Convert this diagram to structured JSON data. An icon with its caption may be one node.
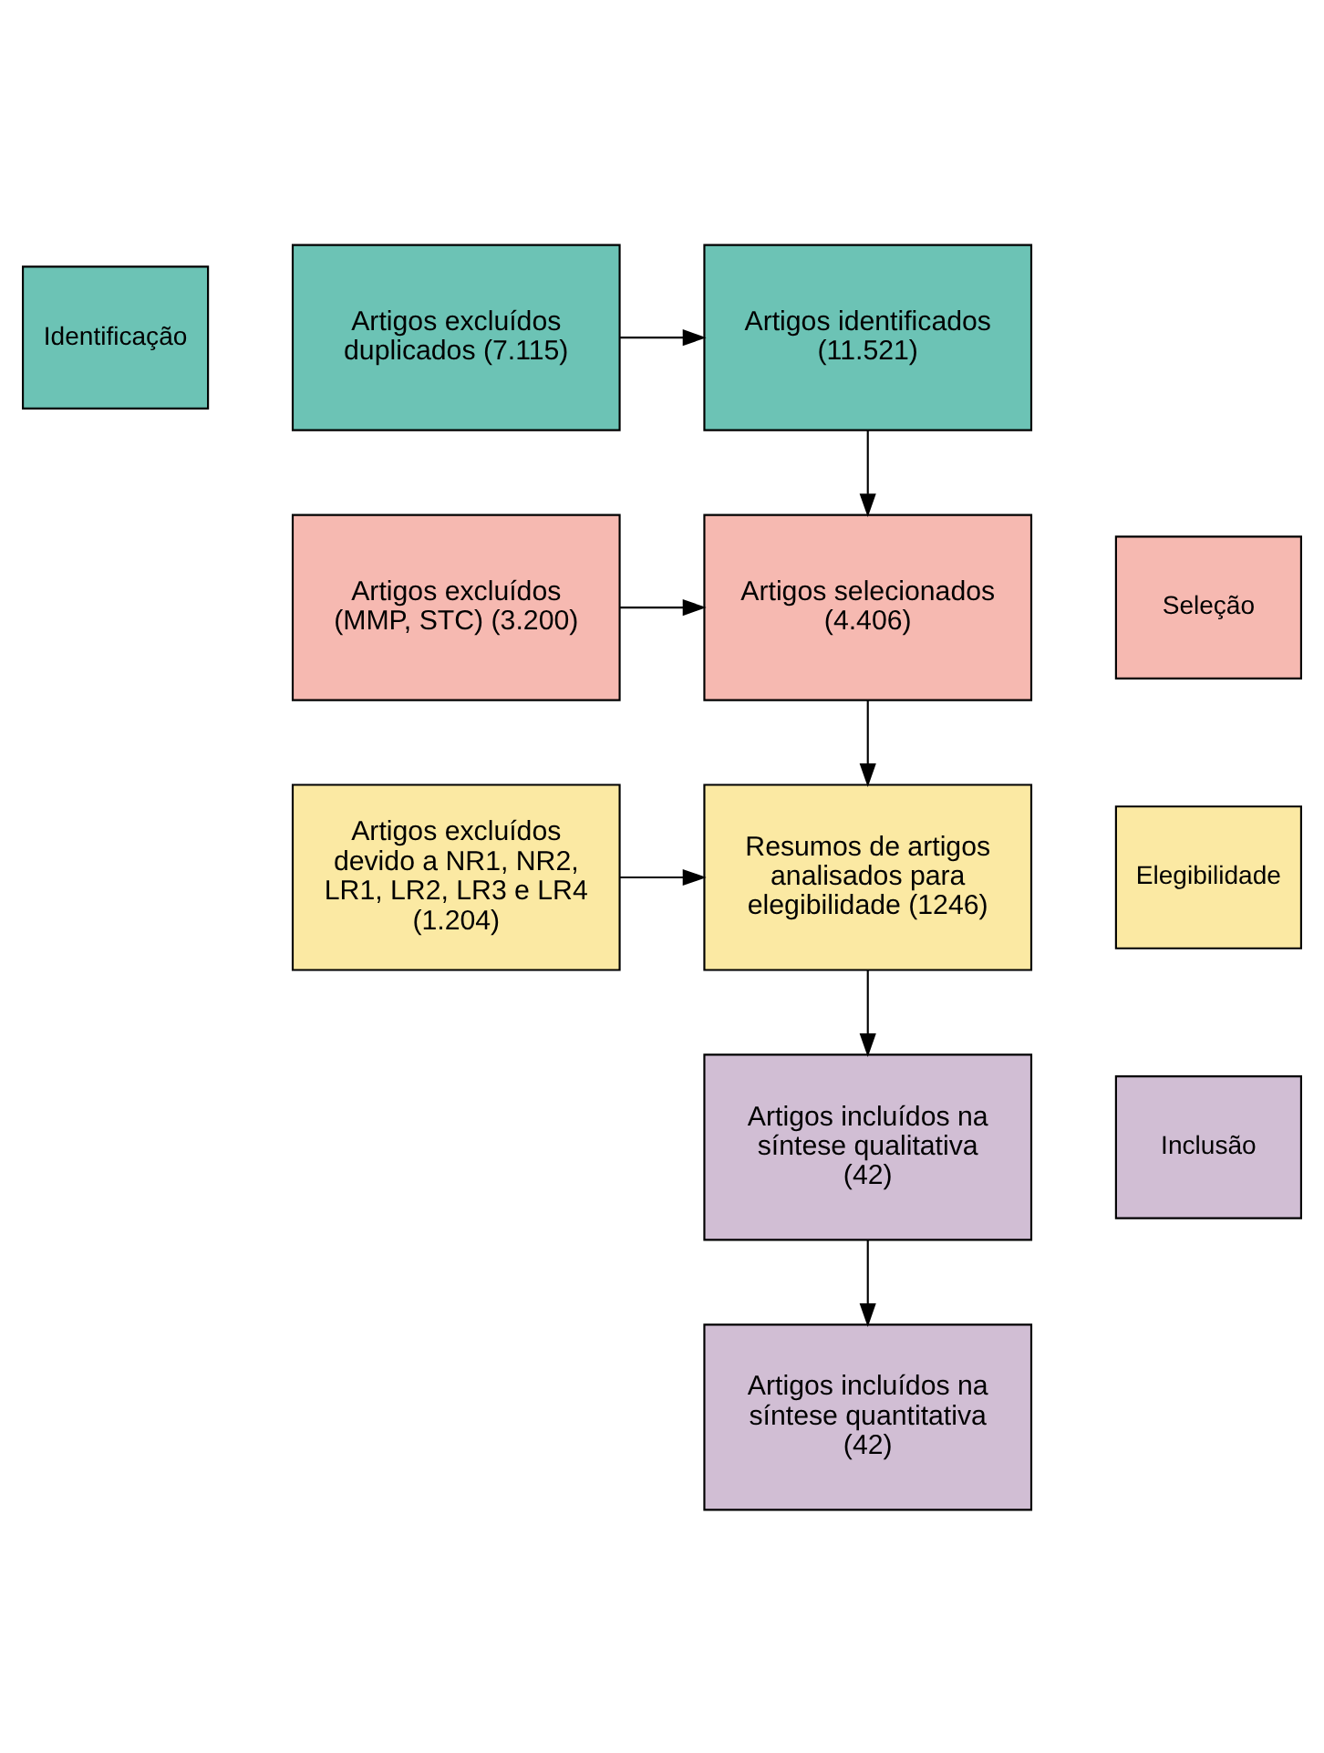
{
  "diagram": {
    "nodes": [
      {
        "text": [
          "Identificação"
        ]
      },
      {
        "text": [
          "Artigos identificados (11.521)"
        ]
      },
      {
        "text": [
          "Artigos excluídos duplicados (7.115)"
        ]
      },
      {
        "text": [
          "Seleção"
        ]
      },
      {
        "text": [
          "Artigos selecionados (4.406)"
        ]
      },
      {
        "text": [
          "Artigos excluídos (MMP, STC) (3.200)"
        ]
      },
      {
        "text": [
          "Elegibilidade"
        ]
      },
      {
        "text": [
          "Resumos de artigos analisados para elegibilidade (1246)"
        ]
      },
      {
        "text": [
          "Artigos excluídos devido a NR1, NR2, LR1, LR2, LR3 e LR4 (1.204)"
        ]
      },
      {
        "text": [
          "Artigos incluídos na síntese qualitativa (42)"
        ]
      },
      {
        "text": [
          "Inclusão"
        ]
      },
      {
        "text": [
          "Artigos incluídos na síntese quantitativa (42)"
        ]
      }
    ],
    "edges": [
      {
        "from": 2,
        "to": 1,
        "arrow": "to"
      },
      {
        "from": 1,
        "to": 4,
        "arrow": "to"
      },
      {
        "from": 5,
        "to": 4,
        "arrow": "to"
      },
      {
        "from": 4,
        "to": 7,
        "arrow": "to"
      },
      {
        "from": 8,
        "to": 7,
        "arrow": "to"
      },
      {
        "from": 7,
        "to": 9,
        "arrow": "to"
      },
      {
        "from": 9,
        "to": 11,
        "arrow": "to"
      }
    ]
  }
}
